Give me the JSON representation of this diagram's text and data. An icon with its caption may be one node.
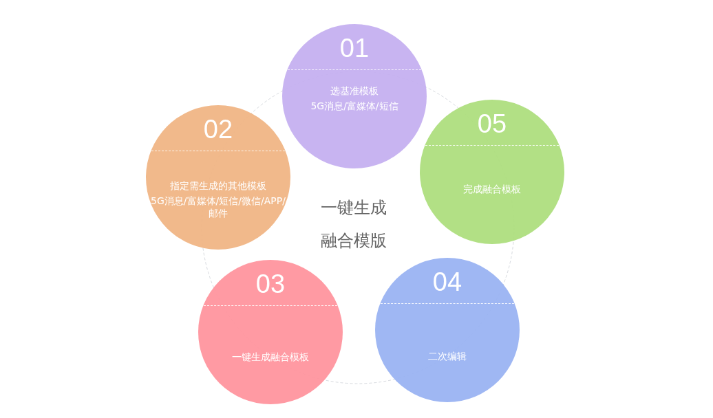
{
  "diagram": {
    "nodes": [
      {
        "text": [
          "01",
          "选基准模板",
          "5G消息/富媒体/短信"
        ]
      },
      {
        "text": [
          "02",
          "指定需生成的其他模板",
          "5G消息/富媒体/短信/微信/APP/邮件"
        ]
      },
      {
        "text": [
          "03",
          "一键生成融合模板"
        ]
      },
      {
        "text": [
          "04",
          "二次编辑"
        ]
      },
      {
        "text": [
          "05",
          "完成融合模板"
        ]
      }
    ],
    "labels": [
      "一键生成融合模版"
    ]
  }
}
